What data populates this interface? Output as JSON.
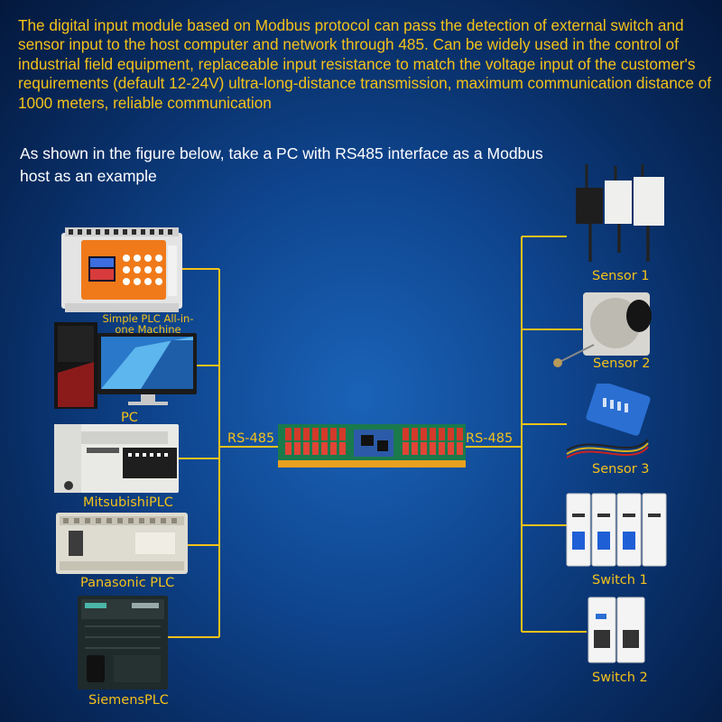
{
  "intro_text": "The digital input module based on Modbus protocol can pass the detection of external switch and sensor input to the host computer and network through 485. Can be widely used in the control of industrial field equipment, replaceable input resistance to match the voltage input of the customer's requirements (default 12-24V) ultra-long-distance transmission, maximum communication distance of 1000 meters, reliable communication",
  "example_text": "As shown in the figure below, take a PC with RS485 interface as a Modbus host as an example",
  "hosts": [
    {
      "label": "Simple PLC All-in-one Machine"
    },
    {
      "label": "PC"
    },
    {
      "label": "MitsubishiPLC"
    },
    {
      "label": "Panasonic PLC"
    },
    {
      "label": "SiemensPLC"
    }
  ],
  "bus": {
    "left_label": "RS-485",
    "right_label": "RS-485"
  },
  "peripherals": [
    {
      "label": "Sensor 1"
    },
    {
      "label": "Sensor 2"
    },
    {
      "label": "Sensor 3"
    },
    {
      "label": "Switch 1"
    },
    {
      "label": "Switch 2"
    }
  ],
  "colors": {
    "accent": "#f3c21a",
    "line": "#f3c21a",
    "background": "#0f4690"
  }
}
